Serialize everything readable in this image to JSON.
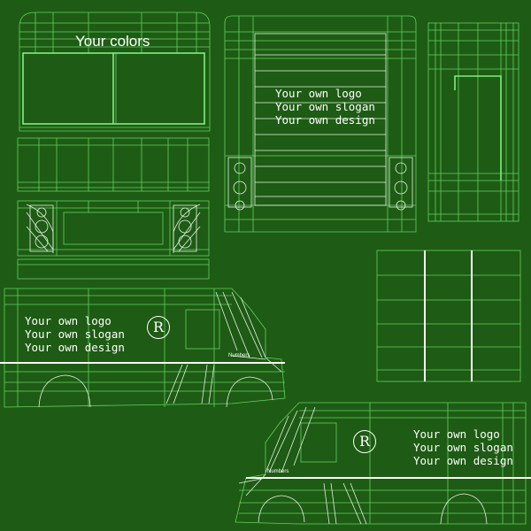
{
  "colors": {
    "background": "#1e5b14",
    "wire_green": "#5fd35f",
    "wire_white": "#e8f2e6",
    "text": "#ffffff"
  },
  "header_text": "Your colors",
  "roof_text": [
    "Your own logo",
    "Your own slogan",
    "Your own design"
  ],
  "side_left": {
    "text": [
      "Your own logo",
      "Your own slogan",
      "Your own design"
    ],
    "numbers_label": "Numbers",
    "trademark_symbol": "R"
  },
  "side_right": {
    "text": [
      "Your own logo",
      "Your own slogan",
      "Your own design"
    ],
    "numbers_label": "Numbers",
    "trademark_symbol": "R"
  }
}
